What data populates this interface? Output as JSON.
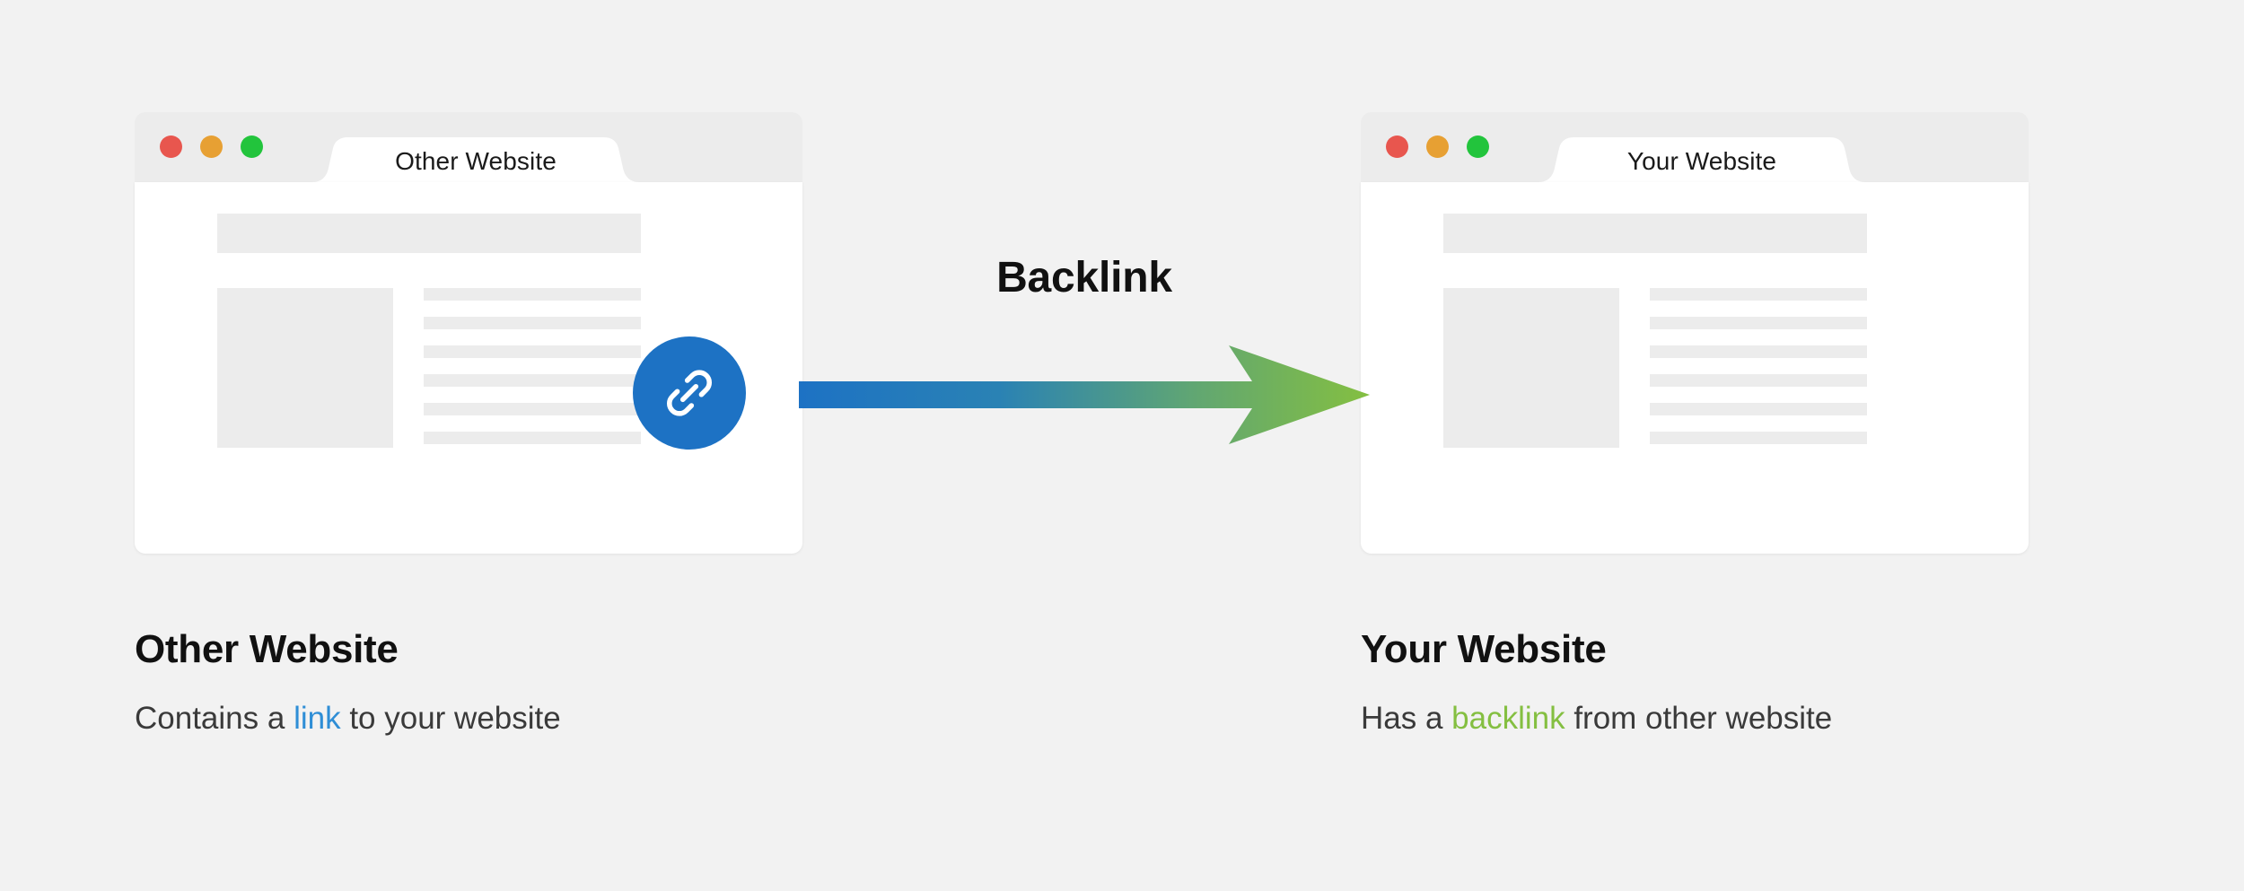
{
  "background_color": "#f2f2f2",
  "windows": [
    {
      "id": "other-website",
      "tab_title": "Other Website",
      "traffic_lights": [
        {
          "name": "close-dot",
          "color": "#e8564e"
        },
        {
          "name": "minimize-dot",
          "color": "#e7a033"
        },
        {
          "name": "maximize-dot",
          "color": "#22c43c"
        }
      ],
      "skeleton": {
        "header_bar": true,
        "image_placeholder": true,
        "text_lines": 6
      },
      "link_badge": {
        "icon": "link-icon",
        "color": "#1d72c4",
        "visible": true
      }
    },
    {
      "id": "your-website",
      "tab_title": "Your Website",
      "traffic_lights": [
        {
          "name": "close-dot",
          "color": "#e8564e"
        },
        {
          "name": "minimize-dot",
          "color": "#e7a033"
        },
        {
          "name": "maximize-dot",
          "color": "#22c43c"
        }
      ],
      "skeleton": {
        "header_bar": true,
        "image_placeholder": true,
        "text_lines": 6
      },
      "link_badge": {
        "icon": "link-icon",
        "color": "#1d72c4",
        "visible": false
      }
    }
  ],
  "connector": {
    "label": "Backlink",
    "direction": "left-to-right",
    "gradient_start": "#1d72c4",
    "gradient_end": "#84bf41",
    "arrowhead": "chevron"
  },
  "captions": {
    "left": {
      "title": "Other Website",
      "sub_before": "Contains a ",
      "sub_highlight": "link",
      "sub_after": " to your website",
      "highlight_color": "#2f8ed6"
    },
    "right": {
      "title": "Your Website",
      "sub_before": "Has a ",
      "sub_highlight": "backlink",
      "sub_after": " from other website",
      "highlight_color": "#84bf41"
    }
  }
}
